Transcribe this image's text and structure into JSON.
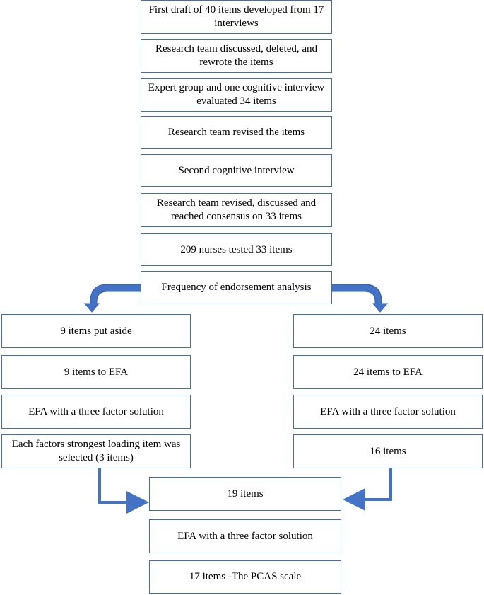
{
  "colors": {
    "box_border": "#3e6fb5",
    "arrow": "#4472c4",
    "text": "#000000",
    "background": "#ffffff"
  },
  "steps": {
    "first_draft": "First draft of 40 items developed from 17 interviews",
    "team_discussed": "Research team discussed, deleted, and rewrote the items",
    "expert_group": "Expert group and one cognitive interview evaluated 34 items",
    "team_revised": "Research team revised the items",
    "second_cognitive": "Second cognitive interview",
    "consensus": "Research team revised, discussed and reached consensus on 33 items",
    "nurses_tested": "209 nurses tested 33 items",
    "frequency": "Frequency of endorsement analysis"
  },
  "left_branch": {
    "put_aside": "9 items put aside",
    "to_efa": "9 items to EFA",
    "efa_solution": "EFA with a three factor solution",
    "strongest": "Each factors strongest loading item was selected (3 items)"
  },
  "right_branch": {
    "items": "24 items",
    "to_efa": "24 items to EFA",
    "efa_solution": "EFA with a three factor solution",
    "sixteen": "16 items"
  },
  "merge": {
    "nineteen": "19 items",
    "efa_solution": "EFA with a three factor solution",
    "final": "17 items -The PCAS scale"
  }
}
